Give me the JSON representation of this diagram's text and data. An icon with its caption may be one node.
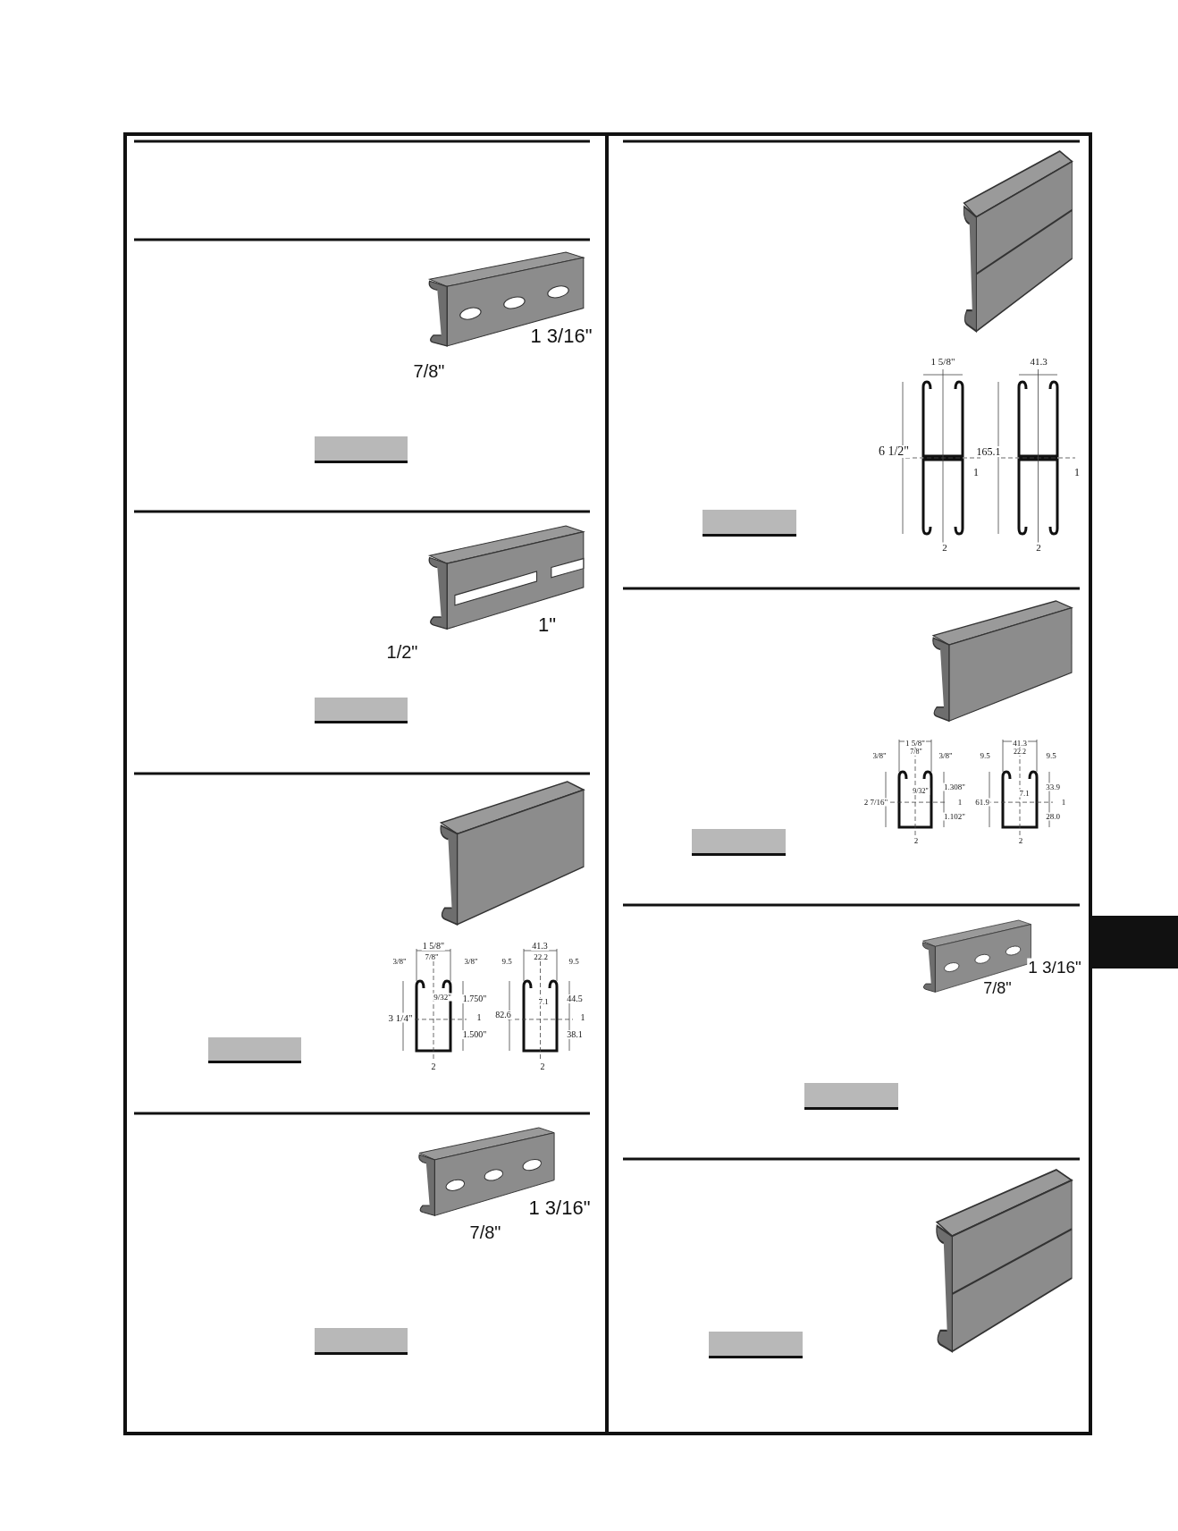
{
  "diagram": {
    "nodes": [
      {
        "text": [],
        "shape": "box"
      }
    ],
    "labels": [
      "1 3/16\"",
      "7/8\"",
      "1\"",
      "1/2\"",
      "1 5/8\"",
      "3/8\"",
      "7/8\"",
      "3/8\"",
      "9/32\"",
      "1.750\"",
      "3 1/4\"",
      "1",
      "1.500\"",
      "2",
      "41.3",
      "9.5",
      "22.2",
      "9.5",
      "7.1",
      "44.5",
      "82.6",
      "1",
      "38.1",
      "2",
      "1 3/16\"",
      "7/8\"",
      "1 5/8\"",
      "6 1/2\"",
      "1",
      "2",
      "41.3",
      "165.1",
      "1",
      "2",
      "1 5/8\"",
      "3/8\"",
      "7/8\"",
      "3/8\"",
      "9/32\"",
      "1.308\"",
      "2 7/16\"",
      "1",
      "1.102\"",
      "2",
      "41.3",
      "9.5",
      "22.2",
      "9.5",
      "7.1",
      "33.9",
      "61.9",
      "1",
      "28.0",
      "2",
      "1 3/16\"",
      "7/8\""
    ]
  }
}
